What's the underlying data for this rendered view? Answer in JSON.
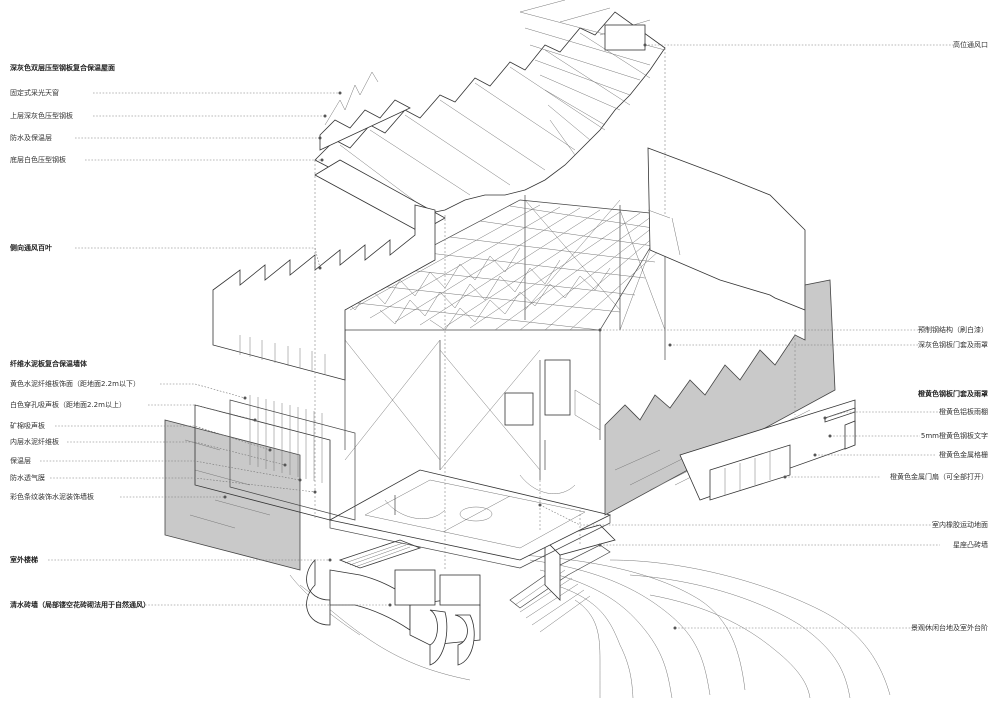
{
  "labels_left": [
    {
      "id": "roof-system-title",
      "text": "深灰色双层压型钢板复合保温屋面",
      "bold": true
    },
    {
      "id": "skylight",
      "text": "固定式采光天窗",
      "bold": false
    },
    {
      "id": "upper-steel-sheet",
      "text": "上层深灰色压型钢板",
      "bold": false
    },
    {
      "id": "waterproof-insulation",
      "text": "防水及保温层",
      "bold": false
    },
    {
      "id": "lower-white-sheet",
      "text": "底层白色压型钢板",
      "bold": false
    },
    {
      "id": "side-louver",
      "text": "侧向通风百叶",
      "bold": true
    },
    {
      "id": "fiber-wall-title",
      "text": "纤维水泥板复合保温墙体",
      "bold": true
    },
    {
      "id": "yellow-fiber-panel",
      "text": "黄色水泥纤维板饰面（距地面2.2m以下）",
      "bold": false
    },
    {
      "id": "white-acoustic-panel",
      "text": "白色穿孔吸声板（距地面2.2m以上）",
      "bold": false
    },
    {
      "id": "mineral-wool",
      "text": "矿棉吸声板",
      "bold": false
    },
    {
      "id": "inner-cement-board",
      "text": "内层水泥纤维板",
      "bold": false
    },
    {
      "id": "insulation-layer",
      "text": "保温层",
      "bold": false
    },
    {
      "id": "breathable-membrane",
      "text": "防水透气膜",
      "bold": false
    },
    {
      "id": "colored-strip-wall",
      "text": "彩色条纹装饰水泥装饰墙板",
      "bold": false
    },
    {
      "id": "outdoor-stair",
      "text": "室外楼梯",
      "bold": true
    },
    {
      "id": "brick-wall",
      "text": "清水砖墙（局部镂空花砖砌法用于自然通风）",
      "bold": true
    }
  ],
  "labels_right": [
    {
      "id": "high-vent",
      "text": "高位通风口",
      "bold": false
    },
    {
      "id": "prefab-steel",
      "text": "预制钢结构（刷白漆）",
      "bold": false
    },
    {
      "id": "grey-door-frame",
      "text": "深灰色钢板门套及雨罩",
      "bold": false
    },
    {
      "id": "orange-frame-title",
      "text": "橙黄色钢板门套及雨罩",
      "bold": true
    },
    {
      "id": "orange-canopy",
      "text": "橙黄色铝板雨棚",
      "bold": false
    },
    {
      "id": "steel-lettering",
      "text": "5mm橙黄色钢板文字",
      "bold": false
    },
    {
      "id": "metal-grille",
      "text": "橙黄色金属格栅",
      "bold": false
    },
    {
      "id": "metal-door",
      "text": "橙黄色金属门扇（可全部打开）",
      "bold": false
    },
    {
      "id": "rubber-floor",
      "text": "室内橡胶运动地面",
      "bold": false
    },
    {
      "id": "star-brick",
      "text": "星座凸砖墙",
      "bold": false
    },
    {
      "id": "landscape-steps",
      "text": "景观休闲台地及室外台阶",
      "bold": false
    }
  ]
}
